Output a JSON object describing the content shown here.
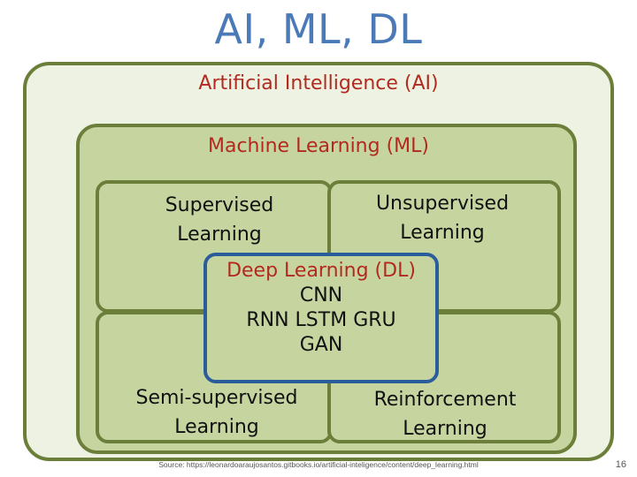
{
  "title": "AI, ML, DL",
  "ai_label": "Artificial Intelligence (AI)",
  "ml_label": "Machine Learning (ML)",
  "quadrants": {
    "supervised": [
      "Supervised",
      "Learning"
    ],
    "unsupervised": [
      "Unsupervised",
      "Learning"
    ],
    "semi_supervised": [
      "Semi-supervised",
      "Learning"
    ],
    "reinforcement": [
      "Reinforcement",
      "Learning"
    ]
  },
  "deep_learning": {
    "title": "Deep Learning (DL)",
    "lines": [
      "CNN",
      "RNN LSTM GRU",
      "GAN"
    ]
  },
  "source": "Source: https://leonardoaraujosantos.gitbooks.io/artificial-inteligence/content/deep_learning.html",
  "page_number": "16",
  "colors": {
    "title": "#4a7ab8",
    "label_red": "#b22a1f",
    "outer_fill": "#eef2e2",
    "inner_fill": "#c6d5a0",
    "green_border": "#6b7f3a",
    "dl_border": "#2c5d9b"
  }
}
